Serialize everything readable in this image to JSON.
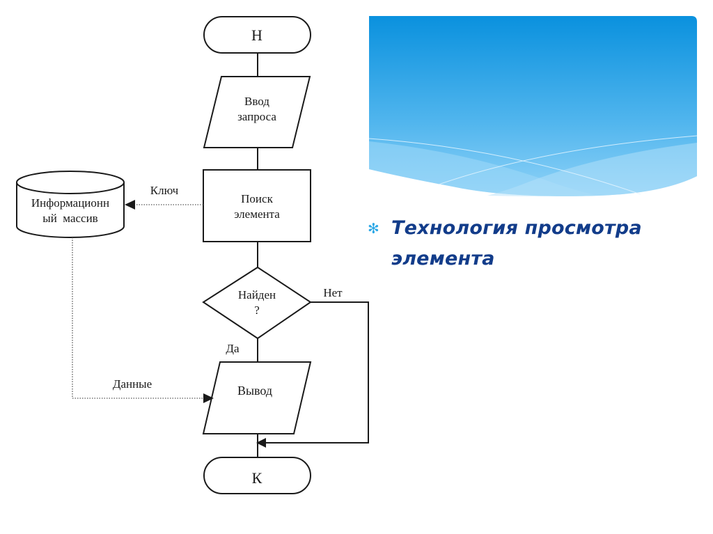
{
  "slide": {
    "bullet": {
      "marker_icon": "asterisk-bullet-icon",
      "line1": "Технология просмотра",
      "line2": "элемента"
    },
    "colors": {
      "banner_top": "#0a91de",
      "banner_bottom": "#7ccaf5",
      "bullet_marker": "#2aa7e6",
      "bullet_text": "#123c8a",
      "diagram_stroke": "#1a1a1a"
    }
  },
  "flowchart": {
    "start": "Н",
    "input_line1": "Ввод",
    "input_line2": "запроса",
    "search_line1": "Поиск",
    "search_line2": "элемента",
    "decision_line1": "Найден",
    "decision_line2": "?",
    "decision_yes": "Да",
    "decision_no": "Нет",
    "output": "Вывод",
    "end": "К",
    "storage_line1": "Информационн",
    "storage_line2": "ый  массив",
    "key_label": "Ключ",
    "data_label": "Данные"
  }
}
